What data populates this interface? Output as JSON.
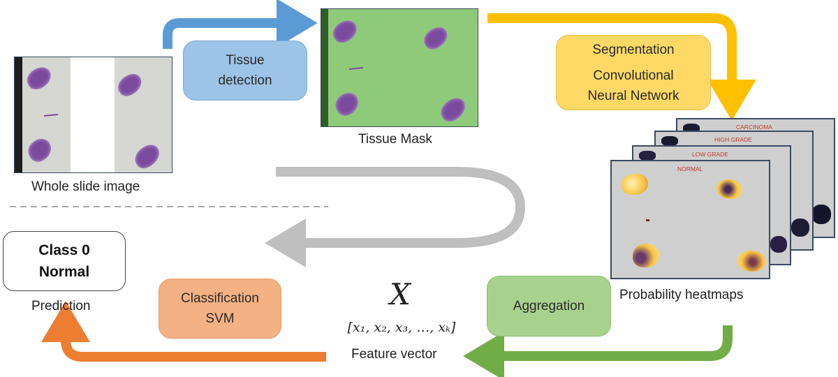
{
  "pipeline": {
    "wsi_caption": "Whole slide image",
    "tissue_detection": {
      "line1": "Tissue",
      "line2": "detection",
      "color": "#9dc3e6"
    },
    "mask_caption": "Tissue Mask",
    "segmentation": {
      "line1": "Segmentation",
      "line2": "Convolutional",
      "line3": "Neural Network",
      "color": "#ffd966"
    },
    "heatmaps": {
      "layers": [
        "CARCINOMA",
        "HIGH GRADE",
        "LOW GRADE",
        "NORMAL"
      ],
      "caption": "Probability heatmaps"
    },
    "aggregation": {
      "label": "Aggregation",
      "color": "#a9d18e"
    },
    "feature": {
      "symbol": "X",
      "vector": "[x₁, x₂, x₃, …, xₖ]",
      "caption": "Feature vector"
    },
    "classification": {
      "line1": "Classification",
      "line2": "SVM",
      "color": "#f4b183"
    },
    "prediction": {
      "line1": "Class 0",
      "line2": "Normal",
      "caption": "Prediction"
    }
  },
  "colors": {
    "arrow_blue": "#5b9bd5",
    "arrow_yellow": "#ffc000",
    "arrow_green": "#70ad47",
    "arrow_orange": "#ed7d31",
    "arrow_gray": "#bfbfbf",
    "mask_green": "#8fca7a",
    "stain_purple": "#7a4a9e"
  }
}
